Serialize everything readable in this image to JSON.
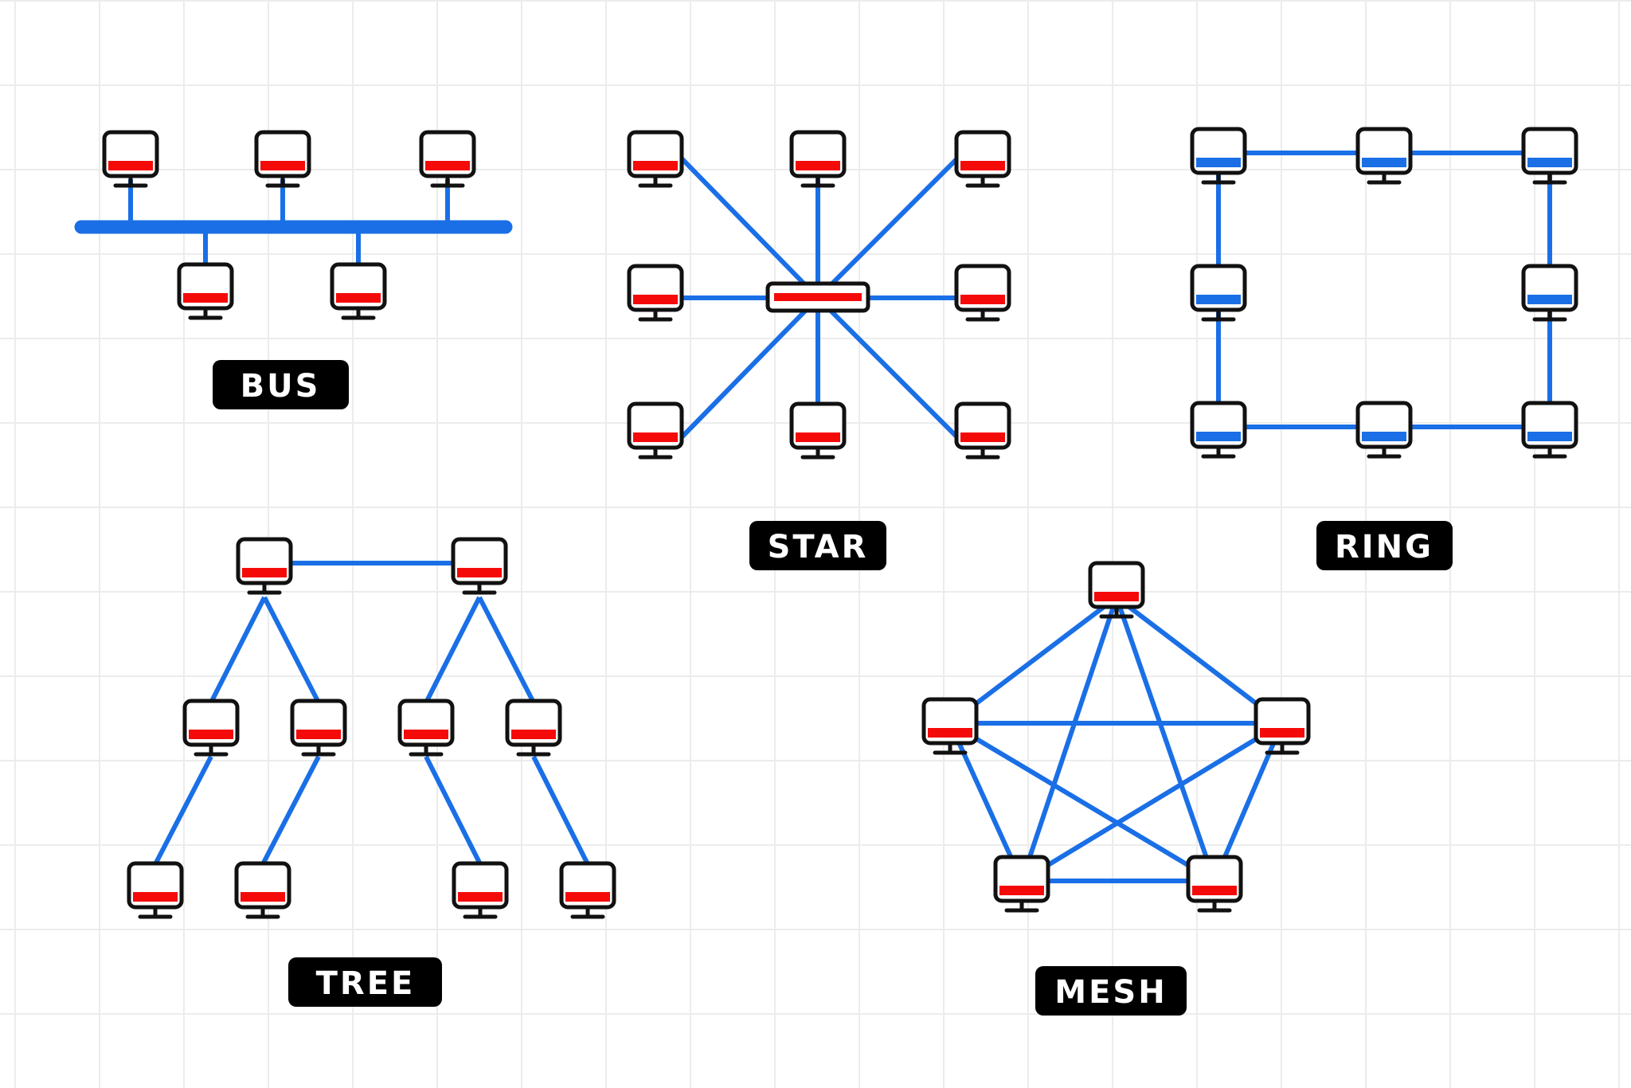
{
  "colors": {
    "link": "#1a6fe6",
    "outline": "#111111",
    "screen_fill_red": "#f50a0a",
    "screen_fill_blue": "#1a6fe6",
    "label_bg": "#000000",
    "label_text": "#ffffff"
  },
  "icons": {
    "computer": "computer-monitor-icon",
    "hub": "network-hub-icon"
  },
  "topologies": {
    "bus": {
      "label": "BUS"
    },
    "star": {
      "label": "STAR"
    },
    "ring": {
      "label": "RING"
    },
    "tree": {
      "label": "TREE"
    },
    "mesh": {
      "label": "MESH"
    }
  }
}
